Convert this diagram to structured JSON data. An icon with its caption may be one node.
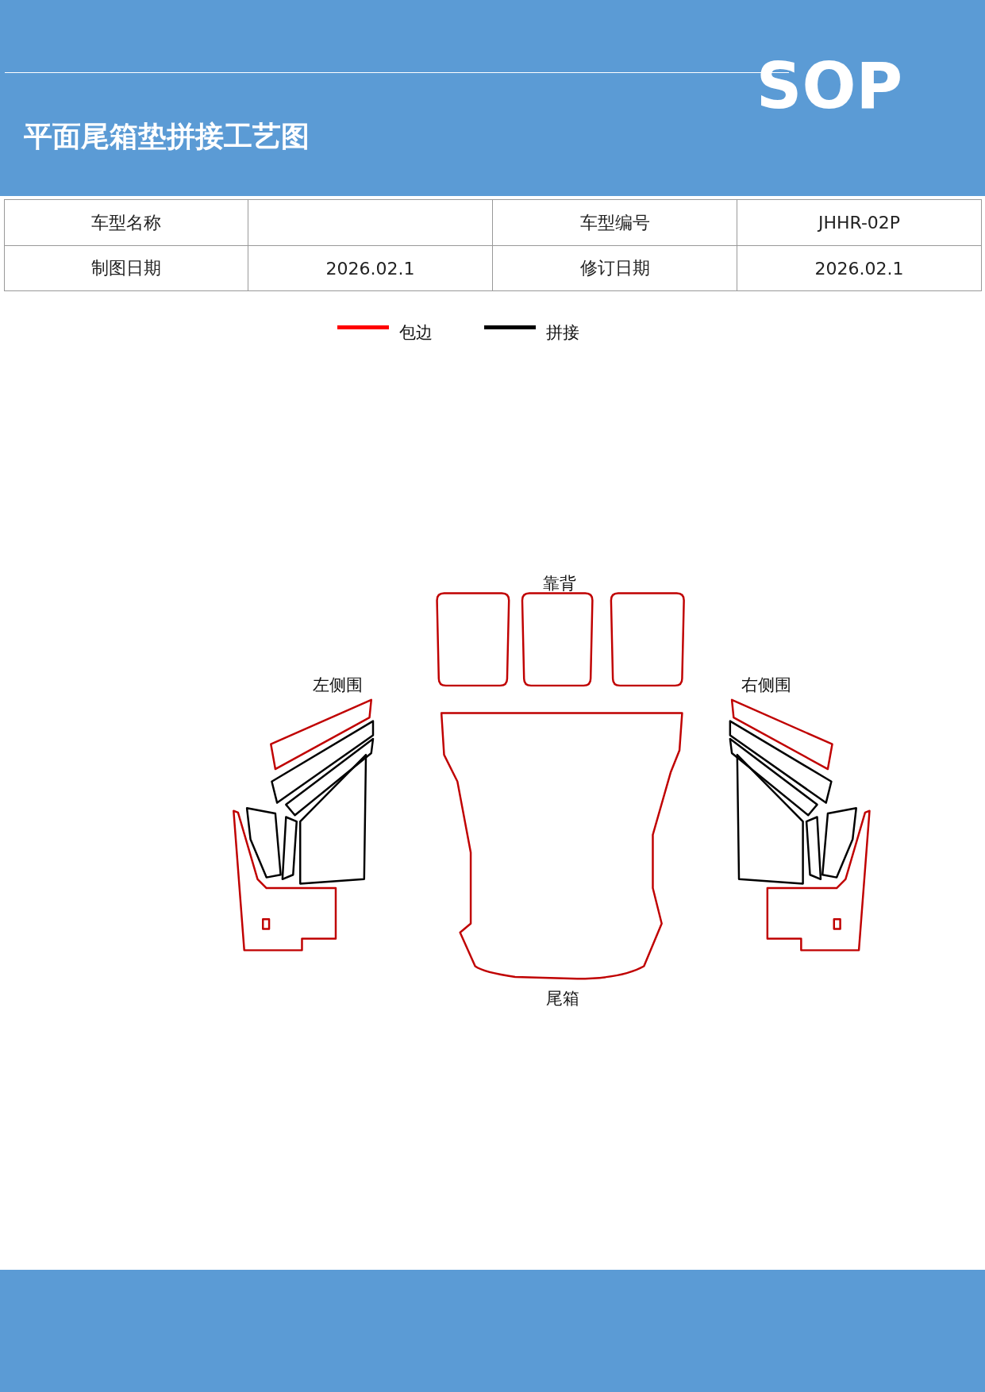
{
  "diagram": {
    "title": "平面尾箱垫拼接工艺图",
    "labels": [
      "SOP",
      "车型名称",
      "车型编号",
      "JHHR-02P",
      "制图日期",
      "2026.02.1",
      "修订日期",
      "2026.02.1",
      "靠背",
      "左侧围",
      "右侧围",
      "尾箱"
    ],
    "legend": [
      {
        "text": "包边"
      },
      {
        "text": "拼接"
      }
    ]
  }
}
